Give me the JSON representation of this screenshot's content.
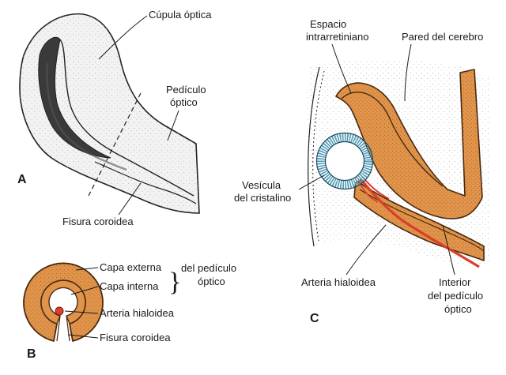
{
  "figure": {
    "panel_a": {
      "letter": "A",
      "labels": {
        "optic_cup": "Cúpula óptica",
        "optic_stalk_line1": "Pedículo",
        "optic_stalk_line2": "óptico",
        "choroid_fissure": "Fisura coroidea"
      }
    },
    "panel_b": {
      "letter": "B",
      "labels": {
        "outer_layer": "Capa externa",
        "inner_layer": "Capa interna",
        "stalk_group": "del pedículo",
        "stalk_group_2": "óptico",
        "hyaloid_artery": "Arteria hialoidea",
        "choroid_fissure": "Fisura coroidea"
      }
    },
    "panel_c": {
      "letter": "C",
      "labels": {
        "intraretinal_space_line1": "Espacio",
        "intraretinal_space_line2": "intrarretiniano",
        "brain_wall": "Pared del cerebro",
        "lens_vesicle_line1": "Vesícula",
        "lens_vesicle_line2": "del cristalino",
        "hyaloid_artery": "Arteria hialoidea",
        "stalk_interior_line1": "Interior",
        "stalk_interior_line2": "del pedículo",
        "stalk_interior_line3": "óptico"
      }
    },
    "colors": {
      "tissue": "#e0934a",
      "tissue_outline": "#4a2a10",
      "artery": "#d8402c",
      "lens_stripes": "#4f9ab8",
      "stipple": "#b8b0a8"
    }
  }
}
